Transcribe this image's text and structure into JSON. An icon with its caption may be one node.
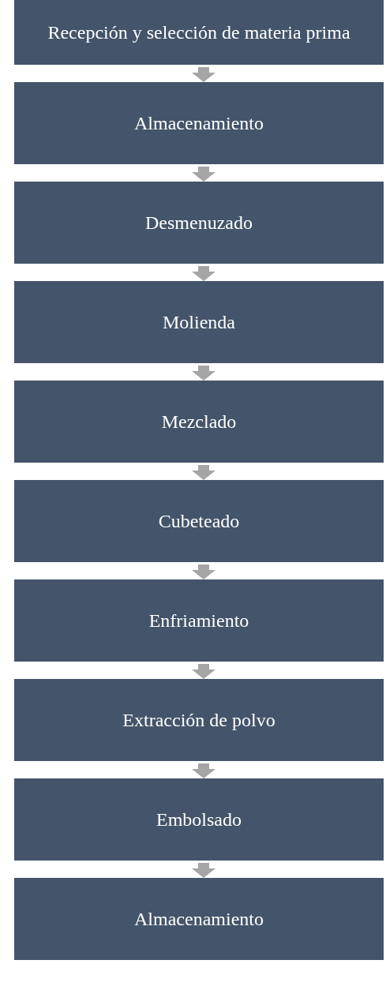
{
  "diagram": {
    "nodes": [
      {
        "text": [
          "Recepción y selección de materia prima"
        ]
      },
      {
        "text": [
          "Almacenamiento"
        ]
      },
      {
        "text": [
          "Desmenuzado"
        ]
      },
      {
        "text": [
          "Molienda"
        ]
      },
      {
        "text": [
          "Mezclado"
        ]
      },
      {
        "text": [
          "Cubeteado"
        ]
      },
      {
        "text": [
          "Enfriamiento"
        ]
      },
      {
        "text": [
          "Extracción de polvo"
        ]
      },
      {
        "text": [
          "Embolsado"
        ]
      },
      {
        "text": [
          "Almacenamiento"
        ]
      }
    ],
    "edges": [
      {
        "from": 0,
        "to": 1,
        "arrow": "to"
      },
      {
        "from": 1,
        "to": 2,
        "arrow": "to"
      },
      {
        "from": 2,
        "to": 3,
        "arrow": "to"
      },
      {
        "from": 3,
        "to": 4,
        "arrow": "to"
      },
      {
        "from": 4,
        "to": 5,
        "arrow": "to"
      },
      {
        "from": 5,
        "to": 6,
        "arrow": "to"
      },
      {
        "from": 6,
        "to": 7,
        "arrow": "to"
      },
      {
        "from": 7,
        "to": 8,
        "arrow": "to"
      },
      {
        "from": 8,
        "to": 9,
        "arrow": "to"
      }
    ]
  }
}
